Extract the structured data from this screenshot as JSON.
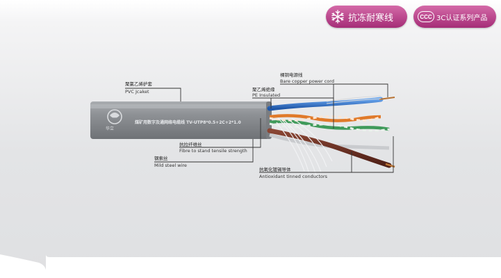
{
  "badges": {
    "cold_resistant": "抗冻耐寒线",
    "certification": "3C认证系列产品",
    "cert_mark": "CCC"
  },
  "cable": {
    "brand": "华立",
    "print_text": "煤矿用数字及通网络电缆线 TV-UTP8*0.5+2C+2*1.0"
  },
  "callouts": {
    "pvc_cn": "聚氯乙烯护套",
    "pvc_en": "PVC Jcaket",
    "bare_cn": "裸铜电源线",
    "bare_en": "Bare copper power cord",
    "pe_cn": "聚乙烯绝缘",
    "pe_en": "PE Insulated",
    "fibre_cn": "抗拉纤维丝",
    "fibre_en": "Fibre to stand tensile strength",
    "steel_cn": "钢索丝",
    "steel_en": "Mild steel wire",
    "tinned_cn": "抗氧化镀锡导体",
    "tinned_en": "Antioxidant tinned conductors"
  },
  "colors": {
    "badge": "#b83d86",
    "jacket": "#8a8d91",
    "blue_wire": "#2f6fc4",
    "orange_wire": "#e07a2a",
    "green_wire": "#3f9a5a",
    "brown_wire": "#6a2f22"
  }
}
